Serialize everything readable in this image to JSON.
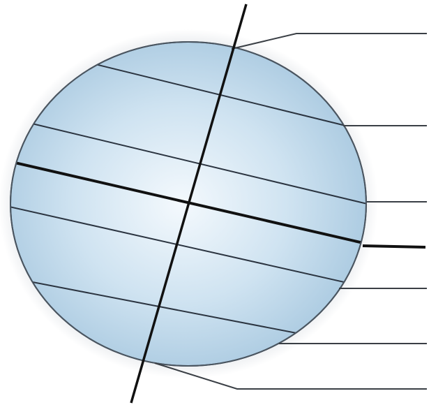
{
  "diagram": {
    "subject": "globe-with-axis-latitudes",
    "colors": {
      "background": "#ffffff",
      "globe_fill_center": "#f4f9fd",
      "globe_fill_mid": "#cfe3f1",
      "globe_fill_edge": "#a9c9e0",
      "globe_outline": "#4a5560",
      "halo": "#d9dde2",
      "axis_line": "#111111",
      "equator_line": "#111111",
      "latitude_line": "#2b3440",
      "leader_line": "#3a3f45"
    },
    "label_lines": [
      {
        "id": "north-pole-leader",
        "text": ""
      },
      {
        "id": "arctic-circle-leader",
        "text": ""
      },
      {
        "id": "tropic-of-cancer-leader",
        "text": ""
      },
      {
        "id": "equator-leader",
        "text": ""
      },
      {
        "id": "tropic-of-capricorn-leader",
        "text": ""
      },
      {
        "id": "antarctic-circle-leader",
        "text": ""
      },
      {
        "id": "south-pole-leader",
        "text": ""
      }
    ]
  }
}
